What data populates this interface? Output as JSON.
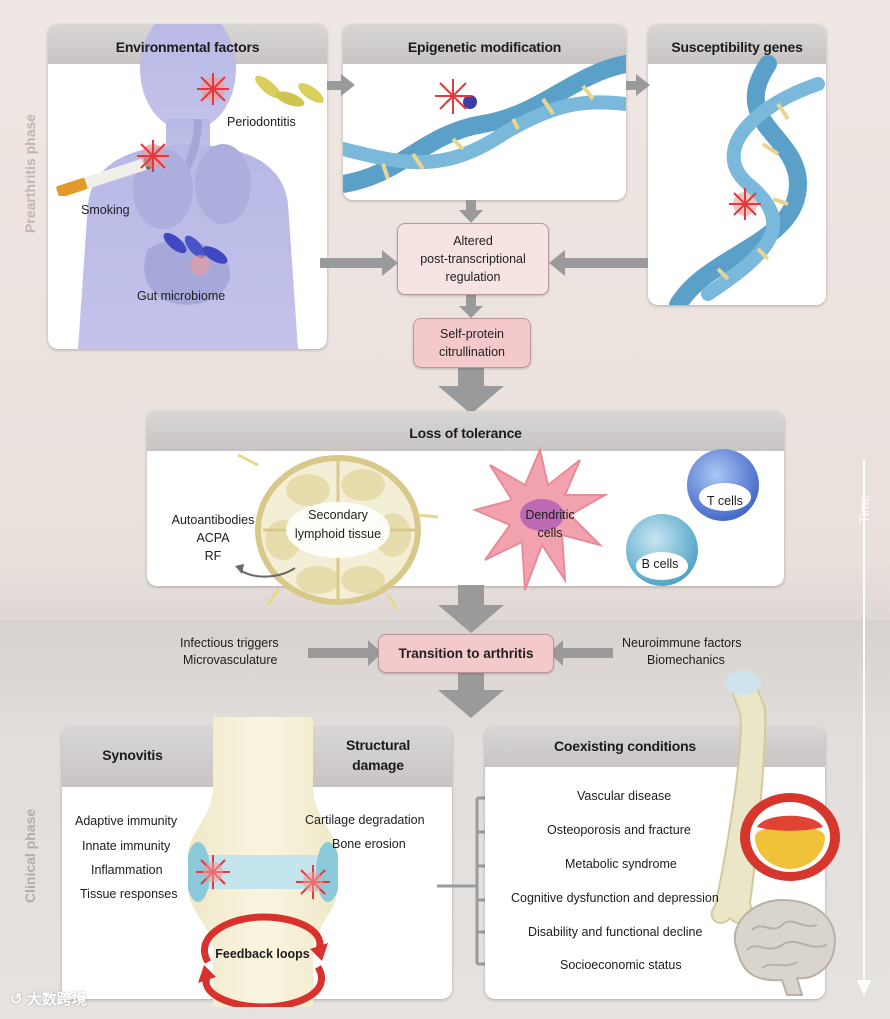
{
  "phases": {
    "prearthritis": "Prearthritis phase",
    "clinical": "Clinical phase",
    "time": "Time"
  },
  "environmental": {
    "title": "Environmental factors",
    "periodontitis": "Periodontitis",
    "smoking": "Smoking",
    "gut": "Gut microbiome"
  },
  "epigenetic": {
    "title": "Epigenetic modification"
  },
  "susceptibility": {
    "title": "Susceptibility genes"
  },
  "altered": {
    "line1": "Altered",
    "line2": "post-transcriptional",
    "line3": "regulation"
  },
  "citrullination": {
    "line1": "Self-protein",
    "line2": "citrullination"
  },
  "tolerance": {
    "title": "Loss of tolerance",
    "autoantibodies": "Autoantibodies",
    "acpa": "ACPA",
    "rf": "RF",
    "lymphoid1": "Secondary",
    "lymphoid2": "lymphoid tissue",
    "dendritic1": "Dendritic",
    "dendritic2": "cells",
    "tcells": "T cells",
    "bcells": "B cells"
  },
  "transition": {
    "label": "Transition to arthritis",
    "left1": "Infectious triggers",
    "left2": "Microvasculature",
    "right1": "Neuroimmune factors",
    "right2": "Biomechanics"
  },
  "synovitis": {
    "title": "Synovitis",
    "items": [
      "Adaptive immunity",
      "Innate immunity",
      "Inflammation",
      "Tissue responses"
    ],
    "feedback": "Feedback loops"
  },
  "structural": {
    "title1": "Structural",
    "title2": "damage",
    "items": [
      "Cartilage degradation",
      "Bone erosion"
    ]
  },
  "coexisting": {
    "title": "Coexisting conditions",
    "items": [
      "Vascular disease",
      "Osteoporosis and fracture",
      "Metabolic syndrome",
      "Cognitive dysfunction and depression",
      "Disability and functional decline",
      "Socioeconomic status"
    ]
  },
  "watermark": "大数跨境",
  "colors": {
    "pink_box": "#f3c9cb",
    "light_pink_box": "#f8e3e3",
    "gray_arrow": "#9a9a9a",
    "dna_blue": "#5aa0c8"
  }
}
